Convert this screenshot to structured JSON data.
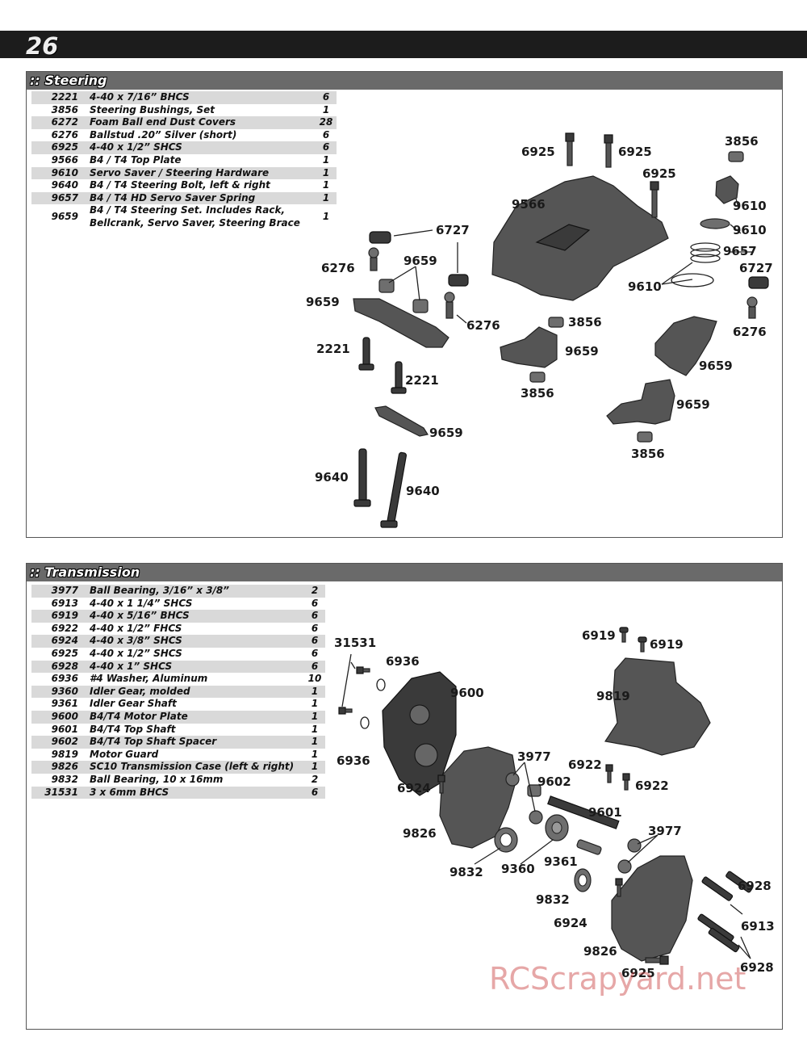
{
  "page": {
    "number": "26"
  },
  "steering": {
    "title": ":: Steering",
    "parts": [
      {
        "num": "2221",
        "desc": "4-40 x 7/16” BHCS",
        "qty": "6"
      },
      {
        "num": "3856",
        "desc": "Steering Bushings, Set",
        "qty": "1"
      },
      {
        "num": "6272",
        "desc": "Foam Ball end Dust Covers",
        "qty": "28"
      },
      {
        "num": "6276",
        "desc": "Ballstud .20” Silver (short)",
        "qty": "6"
      },
      {
        "num": "6925",
        "desc": "4-40 x 1/2” SHCS",
        "qty": "6"
      },
      {
        "num": "9566",
        "desc": "B4 / T4 Top Plate",
        "qty": "1"
      },
      {
        "num": "9610",
        "desc": "Servo Saver / Steering Hardware",
        "qty": "1"
      },
      {
        "num": "9640",
        "desc": "B4 / T4 Steering Bolt, left & right",
        "qty": "1"
      },
      {
        "num": "9657",
        "desc": "B4 / T4 HD Servo Saver Spring",
        "qty": "1"
      },
      {
        "num": "9659",
        "desc": "B4 / T4 Steering Set.  Includes Rack, Bellcrank, Servo Saver, Steering Brace",
        "qty": "1"
      }
    ],
    "callouts": {
      "c6925a": "6925",
      "c6925b": "6925",
      "c6925c": "6925",
      "c3856a": "3856",
      "c9610a": "9610",
      "c9610b": "9610",
      "c9610c": "9610",
      "c9566": "9566",
      "c6727a": "6727",
      "c6727b": "6727",
      "c9657": "9657",
      "c6276a": "6276",
      "c6276b": "6276",
      "c6276c": "6276",
      "c9659a": "9659",
      "c9659b": "9659",
      "c9659c": "9659",
      "c9659d": "9659",
      "c9659e": "9659",
      "c9659f": "9659",
      "c3856b": "3856",
      "c3856c": "3856",
      "c3856d": "3856",
      "c2221a": "2221",
      "c2221b": "2221",
      "c9640a": "9640",
      "c9640b": "9640"
    }
  },
  "transmission": {
    "title": ":: Transmission",
    "parts": [
      {
        "num": "3977",
        "desc": "Ball Bearing, 3/16” x 3/8”",
        "qty": "2"
      },
      {
        "num": "6913",
        "desc": "4-40 x 1 1/4” SHCS",
        "qty": "6"
      },
      {
        "num": "6919",
        "desc": "4-40 x 5/16” BHCS",
        "qty": "6"
      },
      {
        "num": "6922",
        "desc": "4-40 x 1/2” FHCS",
        "qty": "6"
      },
      {
        "num": "6924",
        "desc": "4-40 x 3/8” SHCS",
        "qty": "6"
      },
      {
        "num": "6925",
        "desc": "4-40 x 1/2” SHCS",
        "qty": "6"
      },
      {
        "num": "6928",
        "desc": "4-40 x 1” SHCS",
        "qty": "6"
      },
      {
        "num": "6936",
        "desc": "#4 Washer, Aluminum",
        "qty": "10"
      },
      {
        "num": "9360",
        "desc": "Idler Gear, molded",
        "qty": "1"
      },
      {
        "num": "9361",
        "desc": "Idler Gear Shaft",
        "qty": "1"
      },
      {
        "num": "9600",
        "desc": "B4/T4 Motor Plate",
        "qty": "1"
      },
      {
        "num": "9601",
        "desc": "B4/T4 Top Shaft",
        "qty": "1"
      },
      {
        "num": "9602",
        "desc": "B4/T4 Top Shaft Spacer",
        "qty": "1"
      },
      {
        "num": "9819",
        "desc": "Motor Guard",
        "qty": "1"
      },
      {
        "num": "9826",
        "desc": "SC10 Transmission Case (left & right)",
        "qty": "1"
      },
      {
        "num": "9832",
        "desc": "Ball Bearing, 10 x 16mm",
        "qty": "2"
      },
      {
        "num": "31531",
        "desc": "3 x 6mm BHCS",
        "qty": "6"
      }
    ],
    "callouts": {
      "c6919a": "6919",
      "c6919b": "6919",
      "c31531": "31531",
      "c6936a": "6936",
      "c6936b": "6936",
      "c9600": "9600",
      "c9819": "9819",
      "c3977a": "3977",
      "c3977b": "3977",
      "c6922a": "6922",
      "c6922b": "6922",
      "c9602": "9602",
      "c6924a": "6924",
      "c6924b": "6924",
      "c9601": "9601",
      "c9826a": "9826",
      "c9826b": "9826",
      "c9832a": "9832",
      "c9832b": "9832",
      "c9360": "9360",
      "c9361": "9361",
      "c6928a": "6928",
      "c6928b": "6928",
      "c6913": "6913",
      "c6925": "6925"
    }
  },
  "watermark": "RCScrapyard.net"
}
